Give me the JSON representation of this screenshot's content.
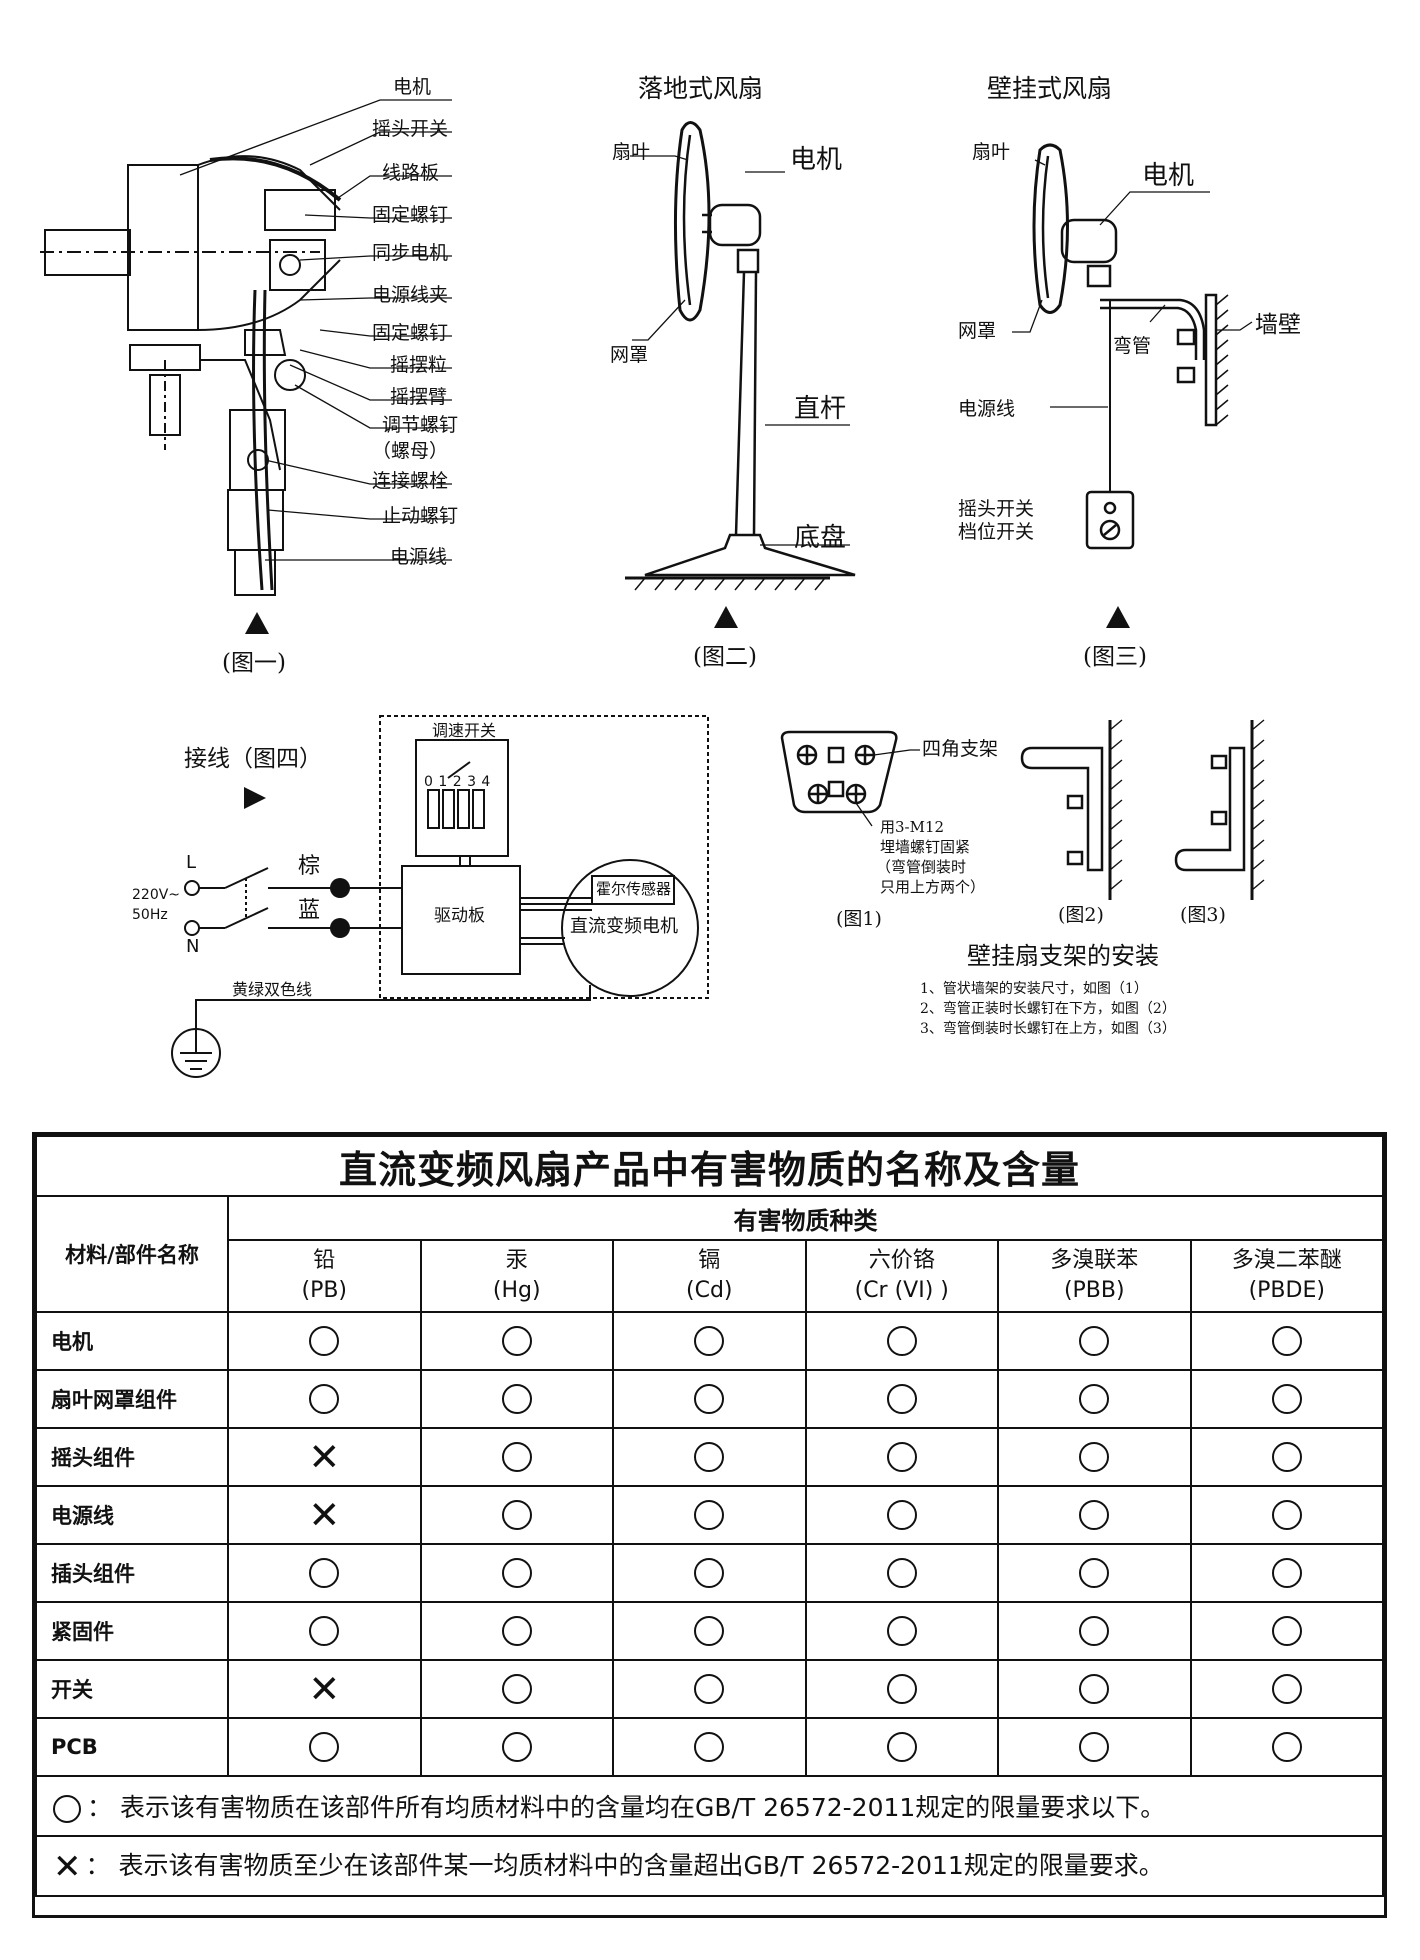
{
  "fig1": {
    "labels": [
      "电机",
      "摇头开关",
      "线路板",
      "固定螺钉",
      "同步电机",
      "电源线夹",
      "固定螺钉",
      "摇摆粒",
      "摇摆臂",
      "调节螺钉",
      "（螺母）",
      "连接螺栓",
      "止动螺钉",
      "电源线"
    ],
    "caption": "(图一)"
  },
  "fig2": {
    "title": "落地式风扇",
    "blade": "扇叶",
    "motor": "电机",
    "guard": "网罩",
    "pole": "直杆",
    "base": "底盘",
    "caption": "(图二)"
  },
  "fig3": {
    "title": "壁挂式风扇",
    "blade": "扇叶",
    "motor": "电机",
    "guard": "网罩",
    "pipe": "弯管",
    "wall": "墙壁",
    "cord": "电源线",
    "switch1": "摇头开关",
    "switch2": "档位开关",
    "caption": "(图三)"
  },
  "wiring": {
    "title": "接线（图四）",
    "speed_switch": "调速开关",
    "positions": "0 1 2 3 4",
    "l": "L",
    "n": "N",
    "voltage1": "220V~",
    "voltage2": "50Hz",
    "brown": "棕",
    "blue": "蓝",
    "driver": "驱动板",
    "hall": "霍尔传感器",
    "motor": "直流变频电机",
    "ground": "黄绿双色线"
  },
  "bracket": {
    "four_corner": "四角支架",
    "note1": "用3-M12",
    "note2": "埋墙螺钉固紧",
    "note3": "（弯管倒装时",
    "note4": "只用上方两个）",
    "cap1": "(图1)",
    "cap2": "(图2)",
    "cap3": "(图3)",
    "title": "壁挂扇支架的安装",
    "steps": [
      "1、管状墙架的安装尺寸，如图（1）",
      "2、弯管正装时长螺钉在下方，如图（2）",
      "3、弯管倒装时长螺钉在上方，如图（3）"
    ]
  },
  "table": {
    "title": "直流变频风扇产品中有害物质的名称及含量",
    "group_header": "有害物质种类",
    "name_header": "材料/部件名称",
    "substances": [
      {
        "name": "铅",
        "sym": "(PB)"
      },
      {
        "name": "汞",
        "sym": "(Hg)"
      },
      {
        "name": "镉",
        "sym": "(Cd)"
      },
      {
        "name": "六价铬",
        "sym": "(Cr (VI) )"
      },
      {
        "name": "多溴联苯",
        "sym": "(PBB)"
      },
      {
        "name": "多溴二苯醚",
        "sym": "(PBDE)"
      }
    ],
    "rows": [
      {
        "part": "电机",
        "marks": [
          "O",
          "O",
          "O",
          "O",
          "O",
          "O"
        ]
      },
      {
        "part": "扇叶网罩组件",
        "marks": [
          "O",
          "O",
          "O",
          "O",
          "O",
          "O"
        ]
      },
      {
        "part": "摇头组件",
        "marks": [
          "X",
          "O",
          "O",
          "O",
          "O",
          "O"
        ]
      },
      {
        "part": "电源线",
        "marks": [
          "X",
          "O",
          "O",
          "O",
          "O",
          "O"
        ]
      },
      {
        "part": "插头组件",
        "marks": [
          "O",
          "O",
          "O",
          "O",
          "O",
          "O"
        ]
      },
      {
        "part": "紧固件",
        "marks": [
          "O",
          "O",
          "O",
          "O",
          "O",
          "O"
        ]
      },
      {
        "part": "开关",
        "marks": [
          "X",
          "O",
          "O",
          "O",
          "O",
          "O"
        ]
      },
      {
        "part": "PCB",
        "marks": [
          "O",
          "O",
          "O",
          "O",
          "O",
          "O"
        ]
      }
    ],
    "note_o": "：  表示该有害物质在该部件所有均质材料中的含量均在GB/T 26572-2011规定的限量要求以下。",
    "note_x": "：  表示该有害物质至少在该部件某一均质材料中的含量超出GB/T 26572-2011规定的限量要求。"
  }
}
